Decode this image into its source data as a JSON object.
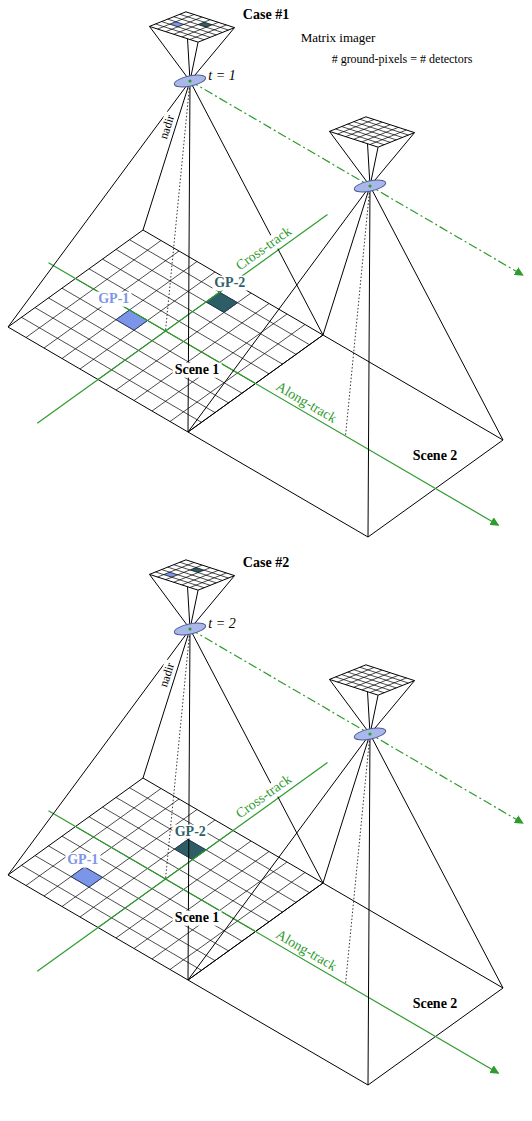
{
  "diagram": {
    "labels": [
      "Case #1",
      "t = 1",
      "Matrix imager",
      "# ground-pixels = # detectors",
      "nadir",
      "Cross-track",
      "GP-1",
      "GP-2",
      "Scene 1",
      "Along-track",
      "Scene 2",
      "Case #2",
      "t = 2",
      "nadir",
      "Cross-track",
      "GP-1",
      "GP-2",
      "Scene 1",
      "Along-track",
      "Scene 2"
    ]
  }
}
